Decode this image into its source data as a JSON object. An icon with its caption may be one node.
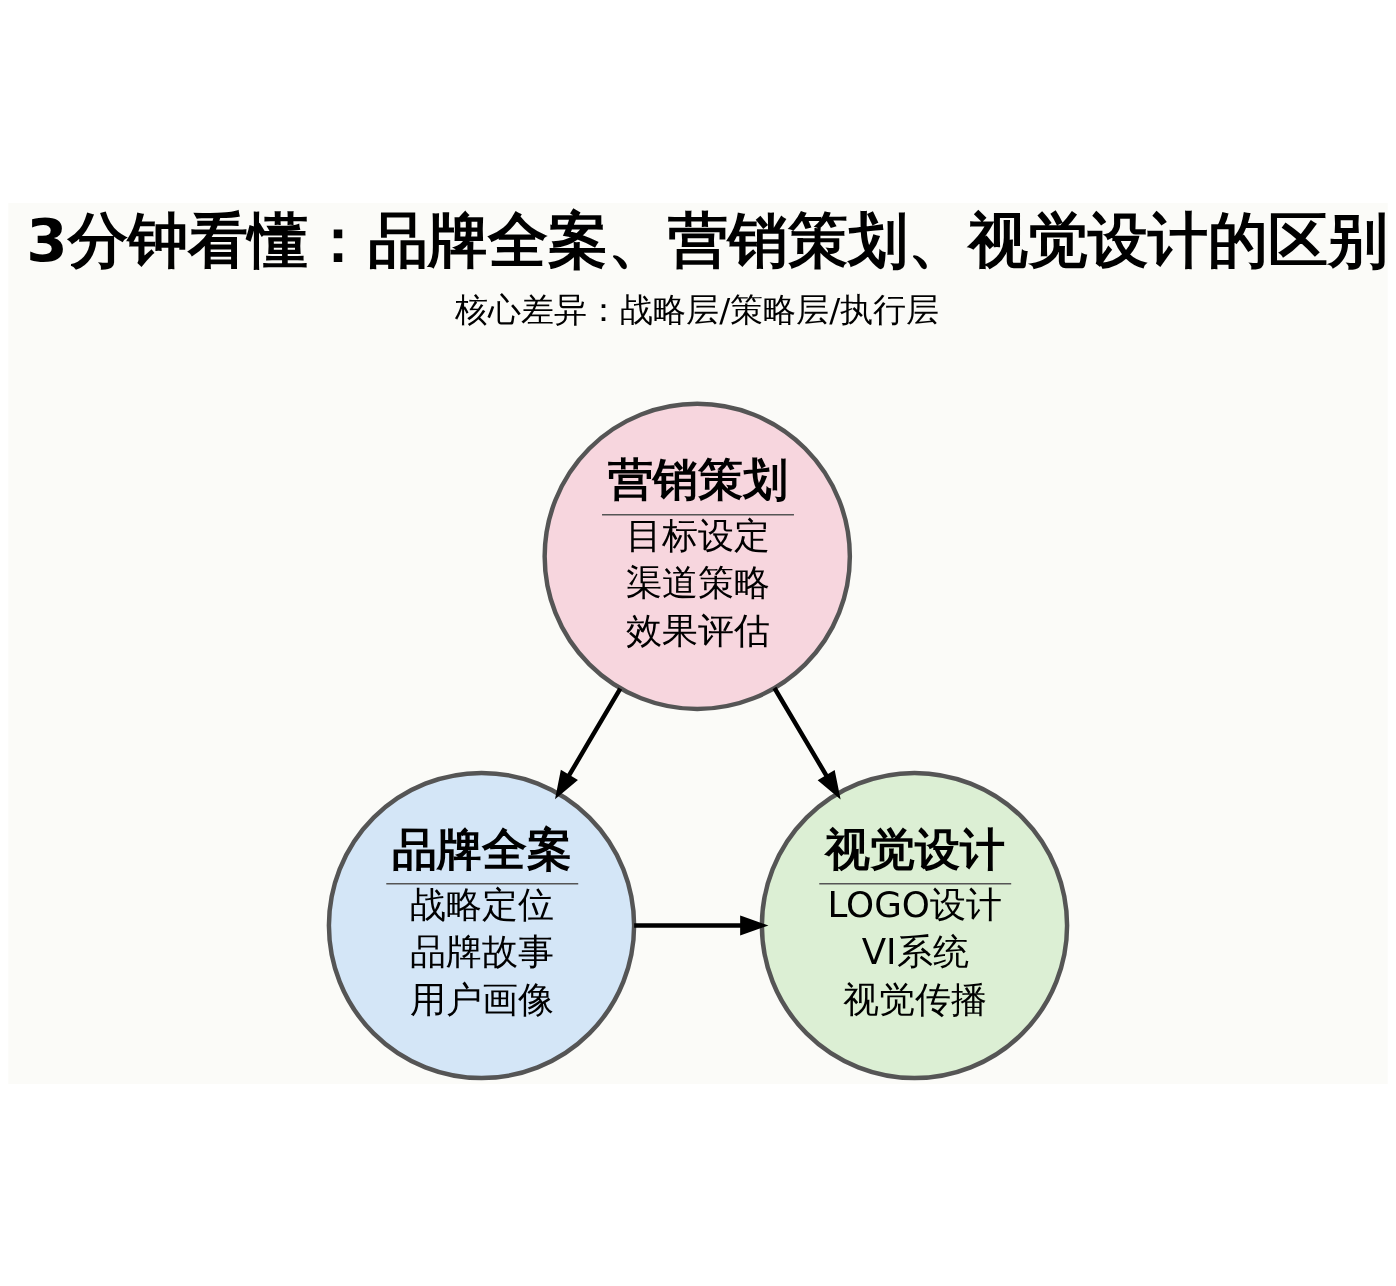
{
  "diagram": {
    "title": "3分钟看懂：品牌全案、营销策划、视觉设计的区别",
    "nodes": [
      {
        "text": [
          "营销策划",
          "目标设定",
          "渠道策略",
          "效果评估"
        ]
      },
      {
        "text": [
          "品牌全案",
          "战略定位",
          "品牌故事",
          "用户画像"
        ]
      },
      {
        "text": [
          "视觉设计",
          "LOGO设计",
          "VI系统",
          "视觉传播"
        ]
      }
    ],
    "edges": [
      {
        "from": 0,
        "to": 1,
        "arrow": "to"
      },
      {
        "from": 0,
        "to": 2,
        "arrow": "to"
      },
      {
        "from": 1,
        "to": 2,
        "arrow": "to"
      }
    ],
    "labels": [
      "核心差异：战略层/策略层/执行层"
    ]
  }
}
